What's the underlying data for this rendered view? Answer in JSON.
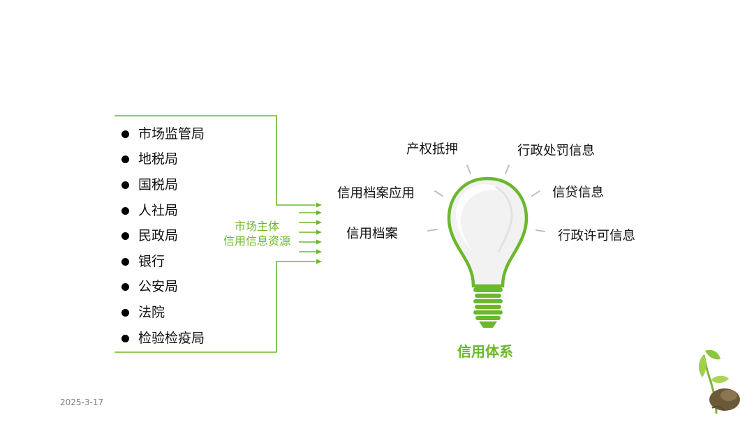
{
  "source_agencies": [
    "市场监管局",
    "地税局",
    "国税局",
    "人社局",
    "民政局",
    "银行",
    "公安局",
    "法院",
    "检验检疫局"
  ],
  "resource_label": [
    "市场主体",
    "信用信息资源"
  ],
  "credit_info_types": {
    "property_pledge": "产权抵押",
    "admin_penalty": "行政处罚信息",
    "archive_application": "信用档案应用",
    "credit_loan": "信贷信息",
    "credit_archive": "信用档案",
    "admin_license": "行政许可信息"
  },
  "system_title": "信用体系",
  "date": "2025-3-17",
  "colors": {
    "accent_green": "#6cb82b",
    "bulb_glass": "#f2f2f2",
    "ray_gray": "#bfbfbf"
  },
  "icons": {
    "bulb": "lightbulb-icon",
    "sprout": "sprout-icon"
  }
}
